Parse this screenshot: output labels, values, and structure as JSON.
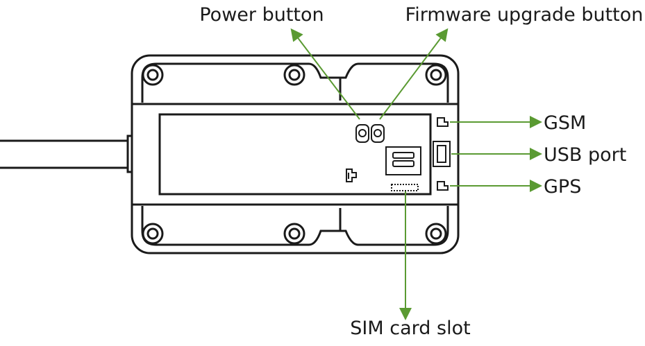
{
  "labels": {
    "power_button": "Power button",
    "firmware_button": "Firmware upgrade button",
    "gsm": "GSM",
    "usb_port": "USB port",
    "gps": "GPS",
    "sim_slot": "SIM card slot"
  },
  "colors": {
    "arrow": "#5a9a32",
    "outline": "#1a1a1a",
    "background": "#ffffff"
  }
}
